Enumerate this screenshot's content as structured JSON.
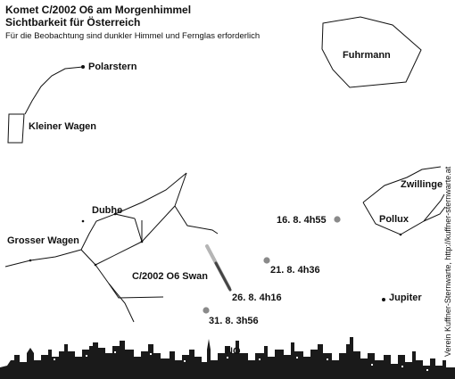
{
  "header": {
    "title_line1": "Komet C/2002 O6 am Morgenhimmel",
    "title_line2": "Sichtbarkeit für Österreich",
    "subtitle": "Für die Beobachtung sind dunkler Himmel und Fernglas erforderlich"
  },
  "constellations": {
    "polarstern": "Polarstern",
    "kleiner_wagen": "Kleiner Wagen",
    "fuhrmann": "Fuhrmann",
    "dubhe": "Dubhe",
    "grosser_wagen": "Grosser Wagen",
    "zwillinge": "Zwillinge",
    "pollux": "Pollux",
    "jupiter": "Jupiter"
  },
  "comet": {
    "name": "C/2002 O6 Swan",
    "positions": [
      {
        "label": "16. 8. 4h55"
      },
      {
        "label": "21. 8. 4h36"
      },
      {
        "label": "26. 8. 4h16"
      },
      {
        "label": "31. 8. 3h56"
      }
    ]
  },
  "horizon": {
    "direction": "NO"
  },
  "credit": "Verein Kuffner-Sternwarte, http://kuffner-sternwarte.at",
  "colors": {
    "ink": "#111111",
    "comet_marker": "#8a8a8a",
    "background": "#ffffff"
  }
}
